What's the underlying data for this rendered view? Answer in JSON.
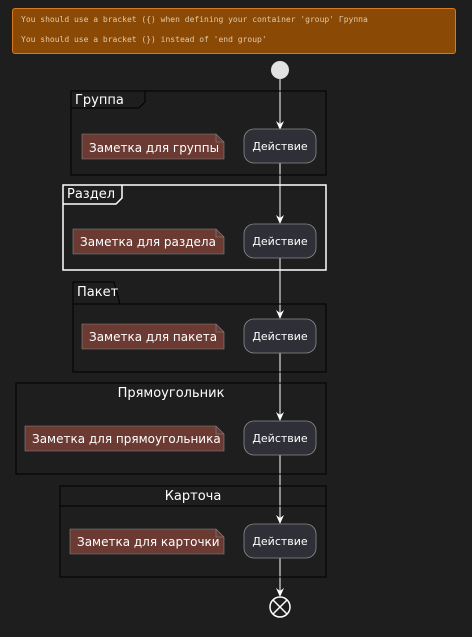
{
  "warning": {
    "line1": "You should use a bracket ({) when defining your container 'group' Группа",
    "line2": "You should use a bracket (}) instead of 'end group'"
  },
  "groups": [
    {
      "type": "group",
      "label": "Группа",
      "note": "Заметка для группы",
      "action": "Действие"
    },
    {
      "type": "partition",
      "label": "Раздел",
      "note": "Заметка для раздела",
      "action": "Действие"
    },
    {
      "type": "package",
      "label": "Пакет",
      "note": "Заметка для пакета",
      "action": "Действие"
    },
    {
      "type": "rectangle",
      "label": "Прямоугольник",
      "note": "Заметка для прямоугольника",
      "action": "Действие"
    },
    {
      "type": "card",
      "label": "Карточа",
      "note": "Заметка для карточки",
      "action": "Действие"
    }
  ],
  "colors": {
    "background": "#1e1e1e",
    "warning_fill": "#8a4a06",
    "warning_border": "#d8791a",
    "note_fill": "#6b3b33",
    "action_fill": "#2f2f37",
    "line": "#ffffff",
    "frame": "#000000"
  }
}
